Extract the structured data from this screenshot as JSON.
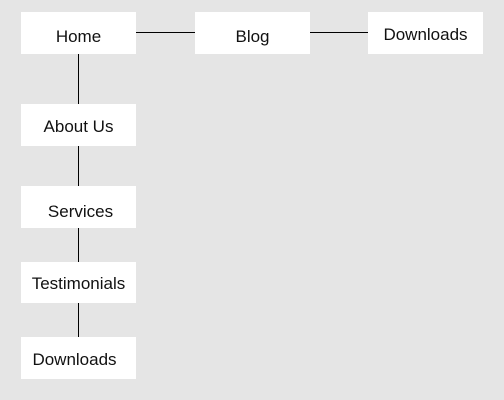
{
  "sitemap": {
    "nodes": {
      "home": "Home",
      "blog": "Blog",
      "downloads_top": "Downloads",
      "about_us": "About Us",
      "services": "Services",
      "testimonials": "Testimonials",
      "downloads_bottom": "Downloads"
    }
  },
  "colors": {
    "background": "#e5e5e5",
    "node_fill": "#ffffff",
    "connector": "#000000",
    "text": "#111111"
  }
}
